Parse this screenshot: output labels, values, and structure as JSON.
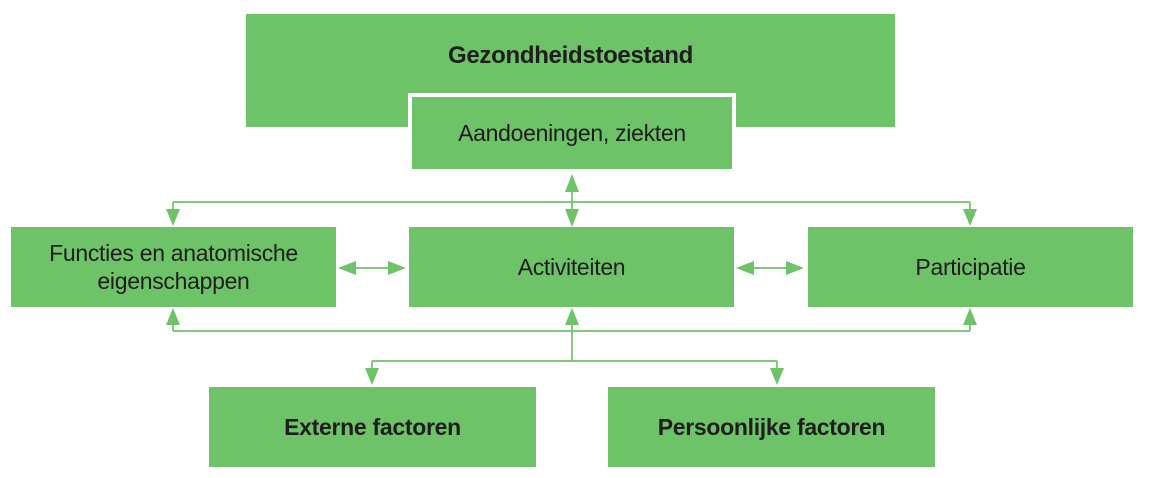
{
  "colors": {
    "box_fill": "#6ec268",
    "connector": "#6ec268",
    "text": "#1e1e1c",
    "inner_box_border": "#ffffff",
    "background": "#ffffff"
  },
  "nodes": {
    "gezondheidstoestand": {
      "label": "Gezondheidstoestand",
      "emphasis": "bold"
    },
    "aandoeningen": {
      "label": "Aandoeningen, ziekten",
      "emphasis": "regular"
    },
    "functies": {
      "label": "Functies en anatomische eigenschappen",
      "emphasis": "regular"
    },
    "activiteiten": {
      "label": "Activiteiten",
      "emphasis": "regular"
    },
    "participatie": {
      "label": "Participatie",
      "emphasis": "regular"
    },
    "externe_factoren": {
      "label": "Externe factoren",
      "emphasis": "bold"
    },
    "persoonlijke_factoren": {
      "label": "Persoonlijke factoren",
      "emphasis": "bold"
    }
  },
  "edges": [
    {
      "between": [
        "aandoeningen",
        "activiteiten"
      ],
      "arrows": "both-ends"
    },
    {
      "between": [
        "aandoeningen",
        "functies"
      ],
      "arrows": "into-functies"
    },
    {
      "between": [
        "aandoeningen",
        "participatie"
      ],
      "arrows": "into-participatie"
    },
    {
      "between": [
        "functies",
        "activiteiten"
      ],
      "arrows": "both-ends"
    },
    {
      "between": [
        "activiteiten",
        "participatie"
      ],
      "arrows": "both-ends"
    },
    {
      "between": [
        "factors-bus",
        "functies"
      ],
      "arrows": "into-functies"
    },
    {
      "between": [
        "factors-bus",
        "activiteiten"
      ],
      "arrows": "into-activiteiten"
    },
    {
      "between": [
        "factors-bus",
        "participatie"
      ],
      "arrows": "into-participatie"
    },
    {
      "between": [
        "factors-bus",
        "externe_factoren"
      ],
      "arrows": "into-externe-factoren"
    },
    {
      "between": [
        "factors-bus",
        "persoonlijke_factoren"
      ],
      "arrows": "into-persoonlijke-factoren"
    }
  ]
}
